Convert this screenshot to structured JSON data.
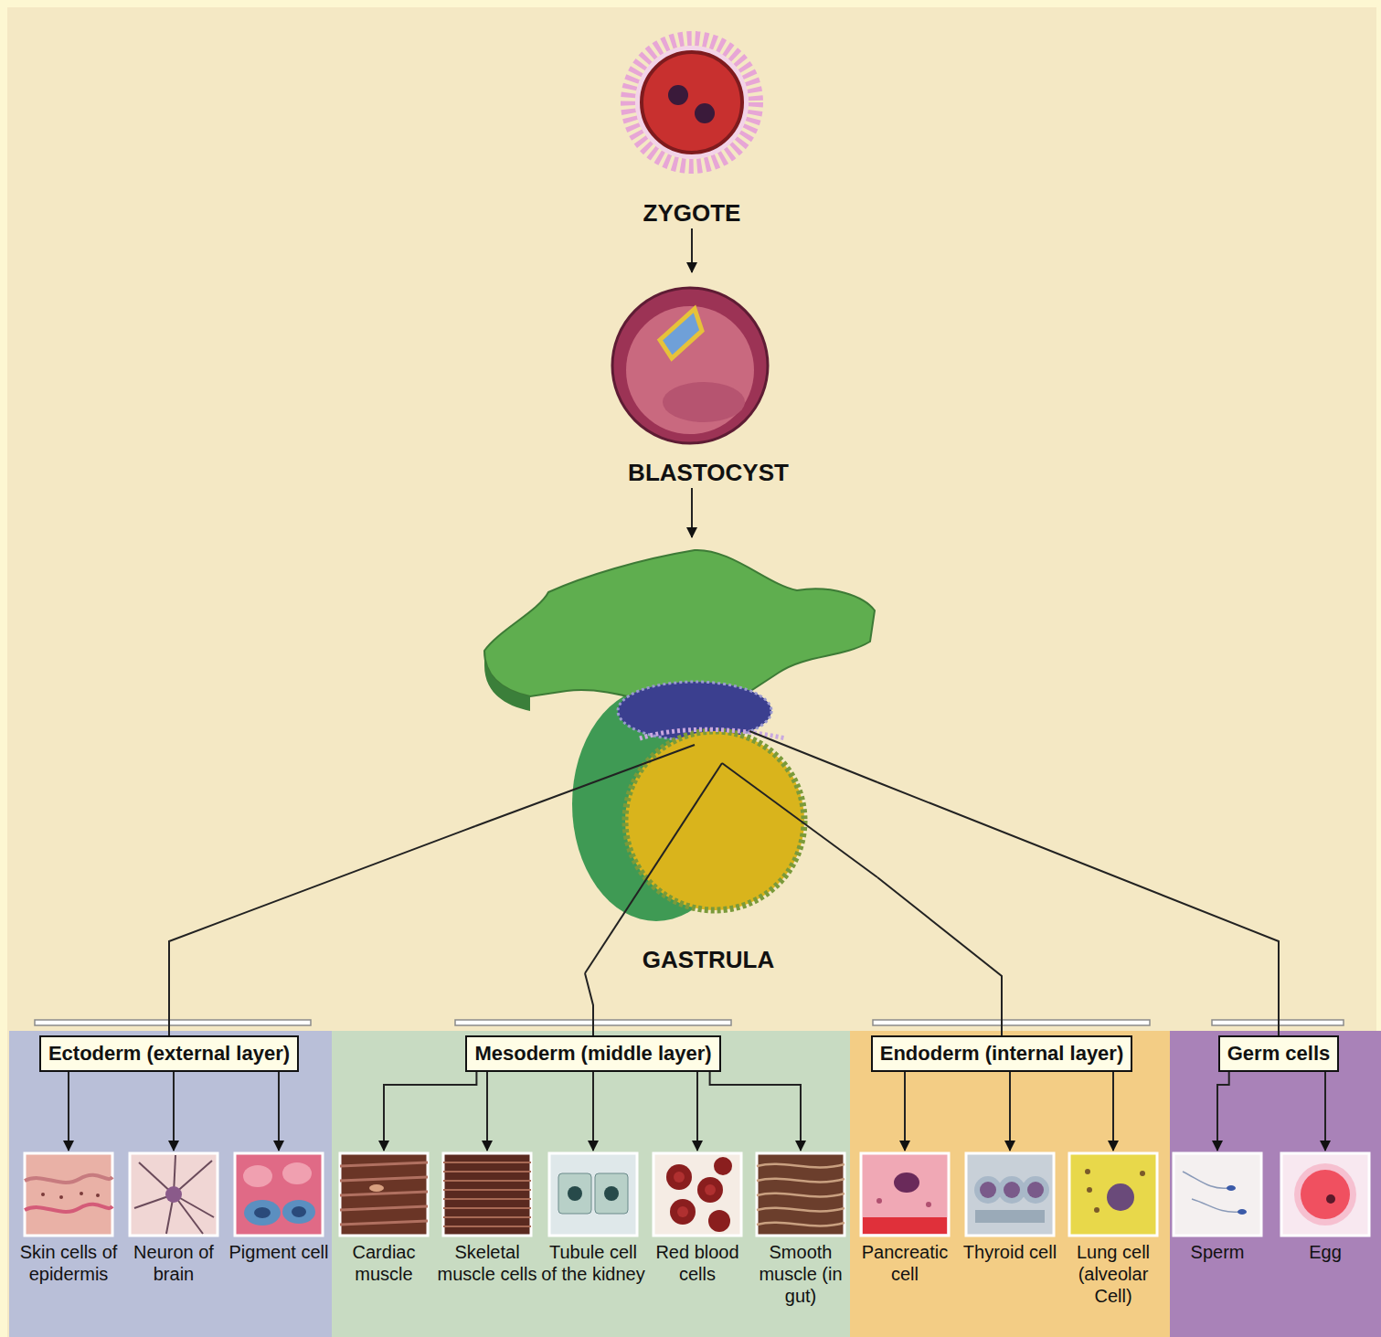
{
  "diagram": {
    "nodes": [
      {
        "text": [
          "ZYGOTE"
        ]
      },
      {
        "text": [
          "BLASTOCYST"
        ]
      },
      {
        "text": [
          "GASTRULA"
        ]
      },
      {
        "text": [
          "Ectoderm (external layer)"
        ]
      },
      {
        "text": [
          "Mesoderm (middle layer)"
        ]
      },
      {
        "text": [
          "Endoderm (internal layer)"
        ]
      },
      {
        "text": [
          "Germ cells"
        ]
      },
      {
        "text": [
          "Skin cells of epidermis"
        ]
      },
      {
        "text": [
          "Neuron of brain"
        ]
      },
      {
        "text": [
          "Pigment cell"
        ]
      },
      {
        "text": [
          "Cardiac muscle"
        ]
      },
      {
        "text": [
          "Skeletal muscle cells"
        ]
      },
      {
        "text": [
          "Tubule cell of the kidney"
        ]
      },
      {
        "text": [
          "Red blood cells"
        ]
      },
      {
        "text": [
          "Smooth muscle (in gut)"
        ]
      },
      {
        "text": [
          "Pancreatic cell"
        ]
      },
      {
        "text": [
          "Thyroid cell"
        ]
      },
      {
        "text": [
          "Lung cell (alveolar Cell)"
        ]
      },
      {
        "text": [
          "Sperm"
        ]
      },
      {
        "text": [
          "Egg"
        ]
      }
    ],
    "edges": [
      {
        "from": 0,
        "to": 1,
        "arrow": "to"
      },
      {
        "from": 1,
        "to": 2,
        "arrow": "to"
      },
      {
        "from": 2,
        "to": 3,
        "arrow": "none"
      },
      {
        "from": 2,
        "to": 4,
        "arrow": "none"
      },
      {
        "from": 2,
        "to": 5,
        "arrow": "none"
      },
      {
        "from": 2,
        "to": 6,
        "arrow": "none"
      },
      {
        "from": 3,
        "to": 7,
        "arrow": "to"
      },
      {
        "from": 3,
        "to": 8,
        "arrow": "to"
      },
      {
        "from": 3,
        "to": 9,
        "arrow": "to"
      },
      {
        "from": 4,
        "to": 10,
        "arrow": "to"
      },
      {
        "from": 4,
        "to": 11,
        "arrow": "to"
      },
      {
        "from": 4,
        "to": 12,
        "arrow": "to"
      },
      {
        "from": 4,
        "to": 13,
        "arrow": "to"
      },
      {
        "from": 4,
        "to": 14,
        "arrow": "to"
      },
      {
        "from": 5,
        "to": 15,
        "arrow": "to"
      },
      {
        "from": 5,
        "to": 16,
        "arrow": "to"
      },
      {
        "from": 5,
        "to": 17,
        "arrow": "to"
      },
      {
        "from": 6,
        "to": 18,
        "arrow": "to"
      },
      {
        "from": 6,
        "to": 19,
        "arrow": "to"
      }
    ]
  }
}
